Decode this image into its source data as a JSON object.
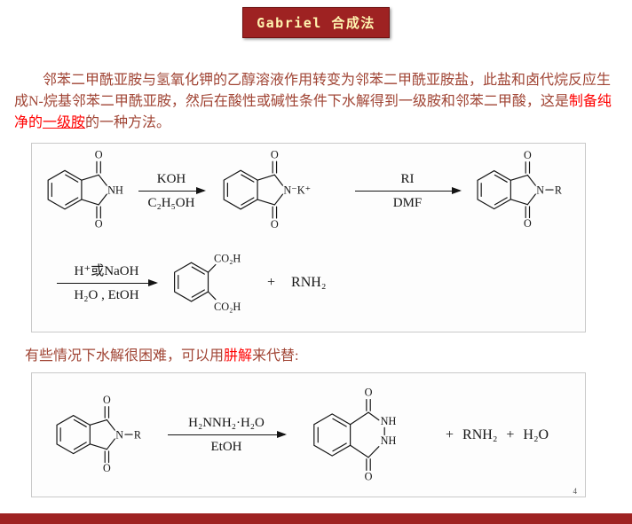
{
  "colors": {
    "banner_bg": "#9e2222",
    "banner_fg": "#fff4b0",
    "footer_bg": "#9e2222",
    "body_text": "#a04434",
    "accent_red": "#ff0000",
    "box_border": "#c9c9c9",
    "ink": "#141414"
  },
  "banner": {
    "title": "Gabriel 合成法"
  },
  "intro": {
    "part1": "邻苯二甲酰亚胺与氢氧化钾的乙醇溶液作用转变为邻苯二甲酰亚胺盐，此盐和卤代烷反应生成N-烷基邻苯二甲酰亚胺，然后在酸性或碱性条件下水解得到一级胺和邻苯二甲酸，这是",
    "part2": "制备纯净的",
    "part3": "一级胺",
    "part4": "的一种方法。"
  },
  "note": {
    "part1": "有些情况下水解很困难，可以用",
    "part2": "肼解",
    "part3": "来代替:"
  },
  "scheme1": {
    "phthalimide": {
      "o_top": "O",
      "o_bottom": "O",
      "n": "NH"
    },
    "arrow1": {
      "above": "KOH",
      "below": "C₂H₅OH"
    },
    "k_salt": {
      "o_top": "O",
      "o_bottom": "O",
      "n": "N⁻K⁺"
    },
    "arrow2": {
      "above": "RI",
      "below": "DMF"
    },
    "n_alkyl": {
      "o_top": "O",
      "o_bottom": "O",
      "n": "N",
      "r": "R"
    },
    "arrow3": {
      "above": "H⁺或NaOH",
      "below": "H₂O , EtOH"
    },
    "phthalic_acid": {
      "top": "CO₂H",
      "bottom": "CO₂H"
    },
    "plus": "+",
    "amine": "RNH₂"
  },
  "scheme2": {
    "n_alkyl": {
      "o_top": "O",
      "o_bottom": "O",
      "n": "N",
      "r": "R"
    },
    "arrow": {
      "above": "H₂NNH₂·H₂O",
      "below": "EtOH"
    },
    "hydrazide": {
      "o_top": "O",
      "o_bottom": "O",
      "nh_top": "NH",
      "nh_bottom": "NH"
    },
    "plus1": "+",
    "amine": "RNH₂",
    "plus2": "+",
    "water": "H₂O",
    "corner_mark": "4"
  }
}
